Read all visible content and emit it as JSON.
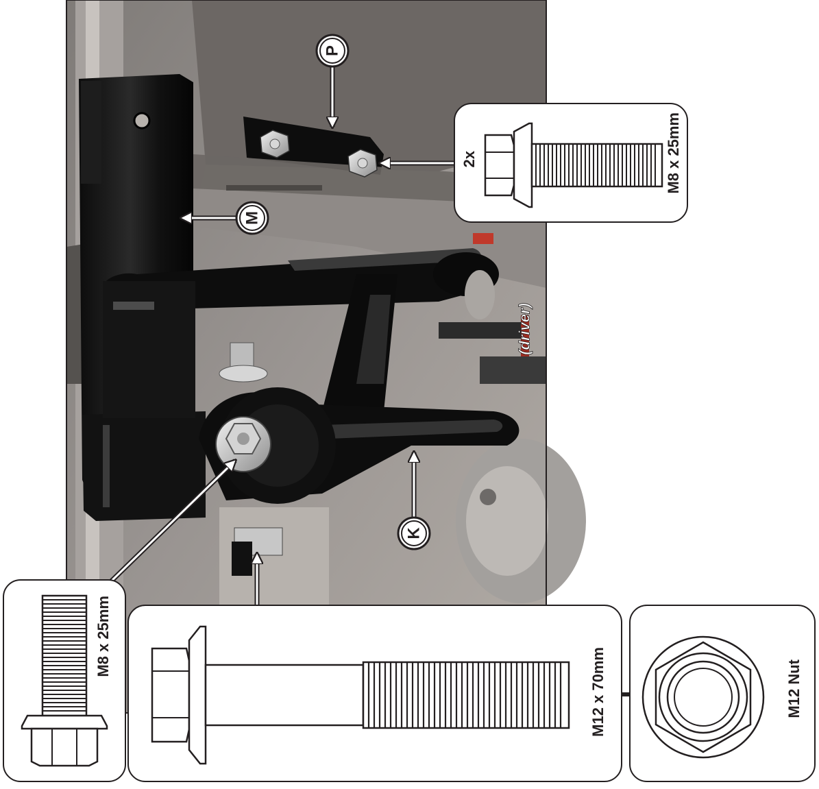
{
  "callouts": {
    "p": "P",
    "m": "M",
    "k": "K"
  },
  "photo_note": "(driver)",
  "hardware": {
    "bracket_bolts": {
      "qty": "2x",
      "label": "M8 x 25mm"
    },
    "side_bolt": {
      "label": "M8 x 25mm"
    },
    "long_bolt": {
      "label": "M12 x 70mm"
    },
    "nut": {
      "label": "M12 Nut"
    }
  },
  "colors": {
    "line": "#231f20",
    "photo_bg": "#8a8684",
    "metal_black": "#141414",
    "accent_red": "#c0392b"
  }
}
